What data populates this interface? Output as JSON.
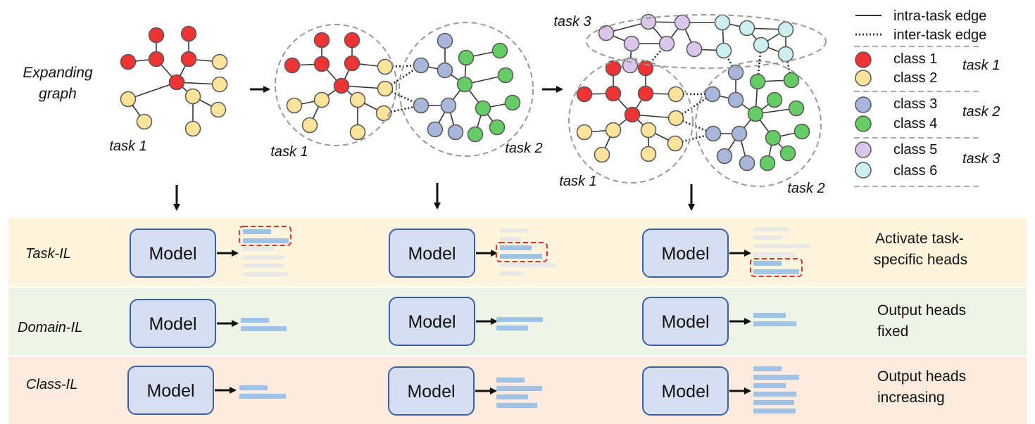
{
  "top": {
    "expanding_graph_label": [
      "Expanding",
      "graph"
    ],
    "stage1": {
      "task1": "task 1"
    },
    "stage2": {
      "task1": "task 1",
      "task2": "task 2"
    },
    "stage3": {
      "task1": "task 1",
      "task2": "task 2",
      "task3": "task 3"
    }
  },
  "legend": {
    "intra": "intra-task edge",
    "inter": "inter-task edge",
    "classes": [
      {
        "label": "class 1",
        "color": "#ee3434"
      },
      {
        "label": "class 2",
        "color": "#fde49a"
      },
      {
        "label": "class 3",
        "color": "#a9b6dc"
      },
      {
        "label": "class 4",
        "color": "#66cc66"
      },
      {
        "label": "class 5",
        "color": "#d9c6ea"
      },
      {
        "label": "class 6",
        "color": "#cdf0f0"
      }
    ],
    "groups": [
      "task 1",
      "task 2",
      "task 3"
    ]
  },
  "rows": [
    {
      "label": "Task-IL",
      "desc": [
        "Activate task-",
        "specific heads"
      ],
      "color": "#fff5dc"
    },
    {
      "label": "Domain-IL",
      "desc": [
        "Output heads",
        "fixed"
      ],
      "color": "#eef5e6"
    },
    {
      "label": "Class-IL",
      "desc": [
        "Output heads",
        "increasing"
      ],
      "color": "#fbebdf"
    }
  ],
  "model_label": "Model",
  "colors": {
    "model_fill": "#d6dff2",
    "model_stroke": "#3a5ea8",
    "head_bar": "#9fc3e6",
    "faded_bar": "#e8e8e8",
    "highlight": "#e03030"
  }
}
